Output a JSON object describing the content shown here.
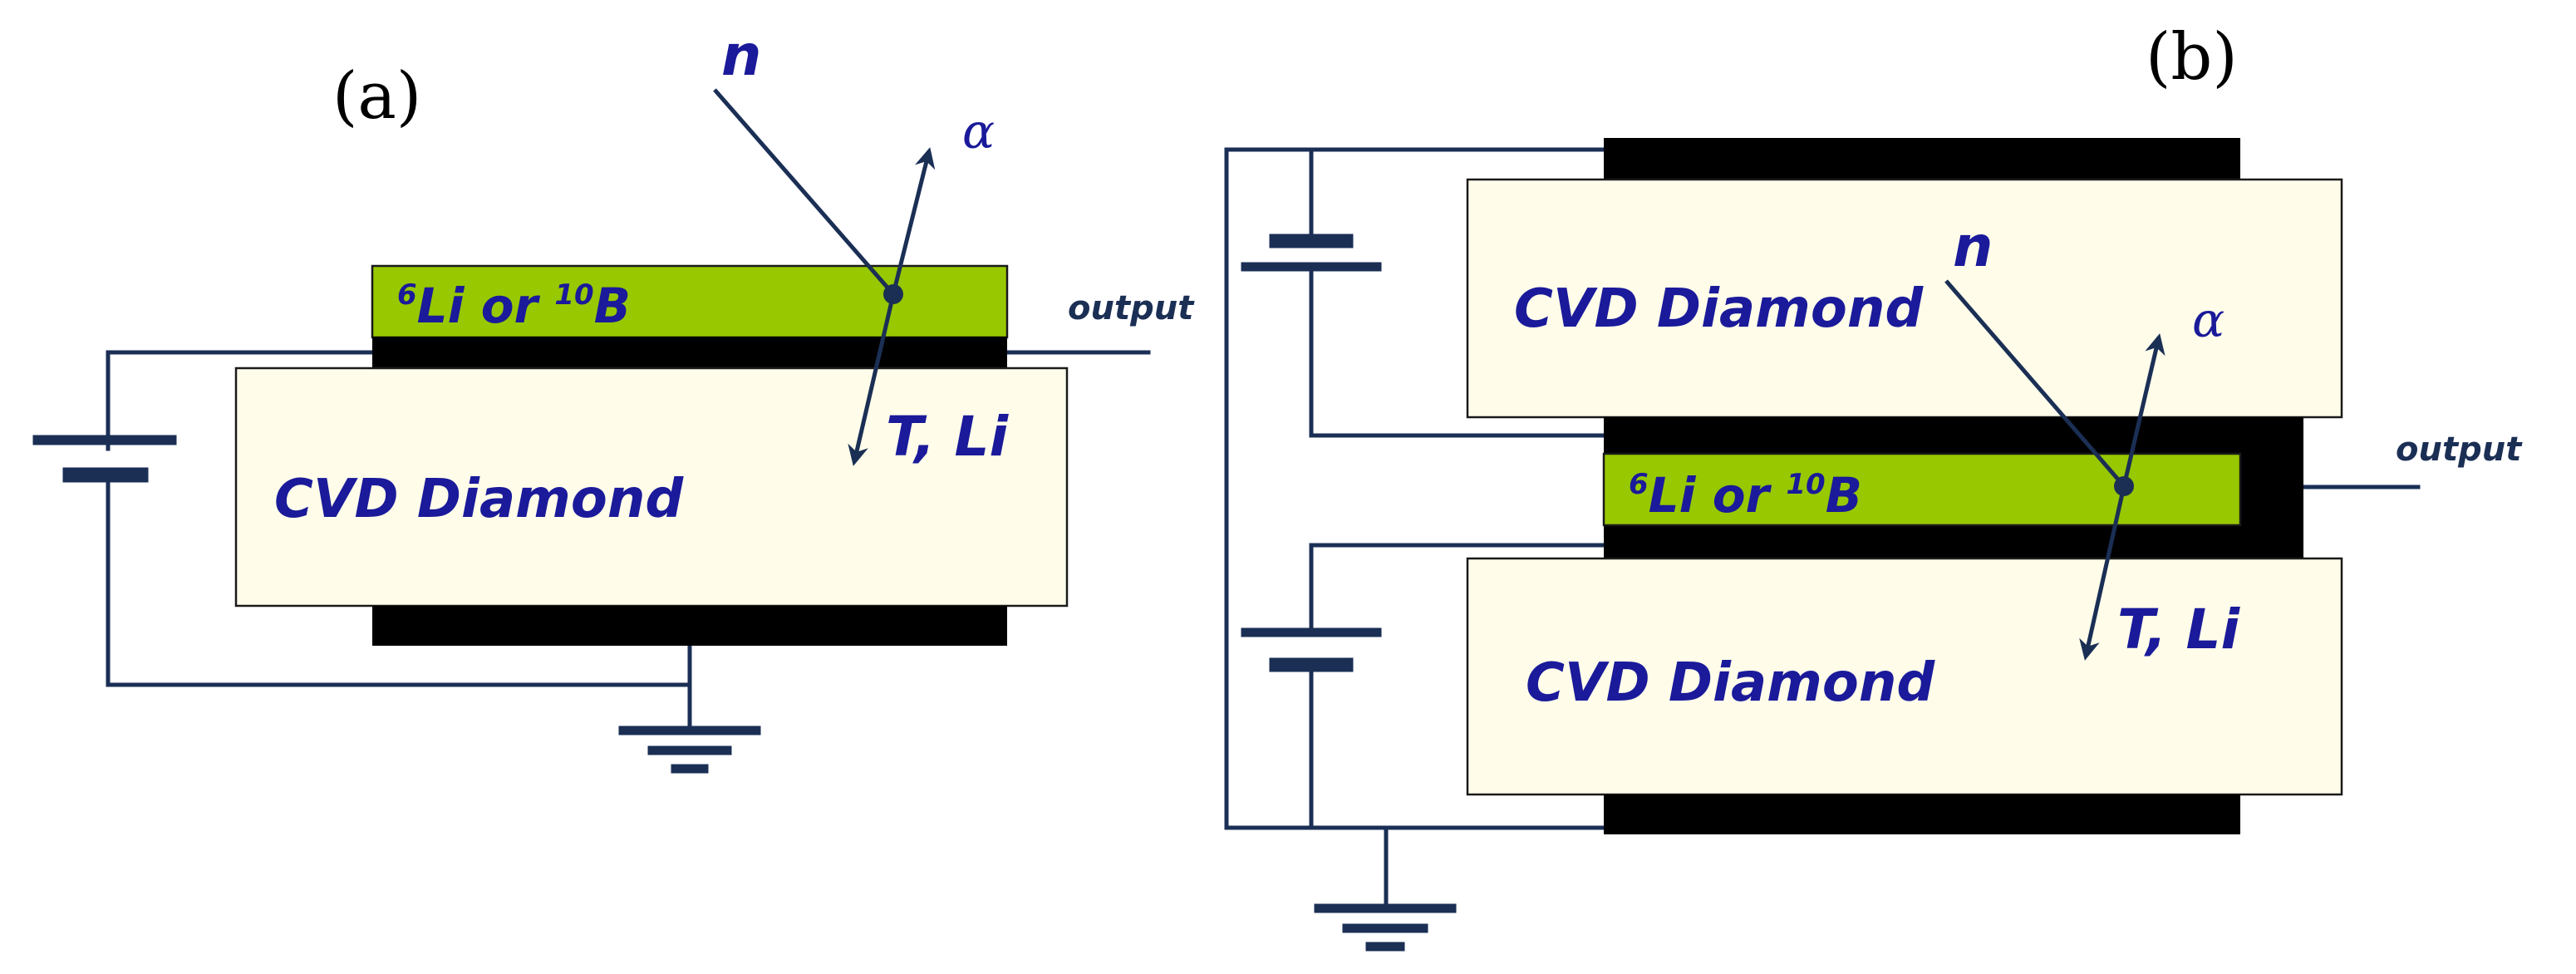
{
  "panels": {
    "a": {
      "label": "(a)",
      "converter": {
        "iso1": "6",
        "sym1": "Li or ",
        "iso2": "10",
        "sym2": "B"
      },
      "diamond": "CVD Diamond",
      "neutron": "n",
      "alpha": "α",
      "products": "T, Li",
      "output": "output"
    },
    "b": {
      "label": "(b)",
      "converter": {
        "iso1": "6",
        "sym1": "Li or ",
        "iso2": "10",
        "sym2": "B"
      },
      "diamond_top": "CVD Diamond",
      "diamond_bottom": "CVD Diamond",
      "neutron": "n",
      "alpha": "α",
      "products": "T, Li",
      "output": "output"
    }
  },
  "colors": {
    "wire": "#1b2f55",
    "electrode": "#000000",
    "diamond": "#fffdea",
    "converter": "#97c800",
    "text": "#1a1a9a"
  }
}
